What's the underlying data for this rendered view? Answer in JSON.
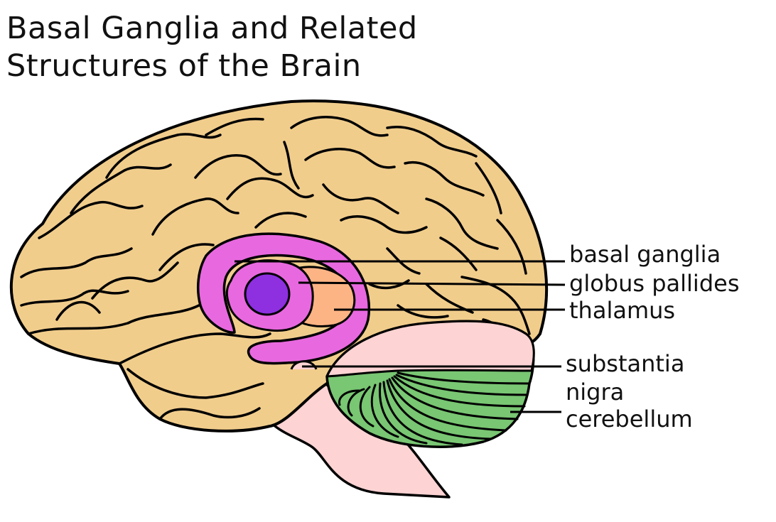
{
  "title": {
    "line1": "Basal Ganglia and Related",
    "line2": "Structures of the Brain"
  },
  "labels": {
    "basal_ganglia": "basal ganglia",
    "globus_pallides": "globus pallides",
    "thalamus": "thalamus",
    "substantia_line1": "substantia",
    "substantia_line2": "nigra",
    "cerebellum": "cerebellum"
  },
  "colors": {
    "cerebrum": "#f1cd8c",
    "basal_ganglia": "#e869df",
    "globus_pallides": "#8e2fe0",
    "thalamus": "#fdb484",
    "brainstem": "#fdd3d3",
    "cerebellum": "#79c673",
    "outline": "#000000"
  }
}
